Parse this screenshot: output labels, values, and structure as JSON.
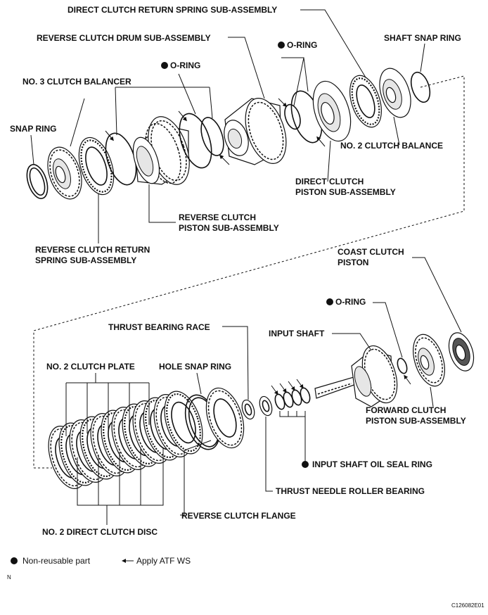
{
  "labels": {
    "direct_clutch_return_spring": "DIRECT CLUTCH RETURN SPRING SUB-ASSEMBLY",
    "reverse_clutch_drum": "REVERSE CLUTCH DRUM SUB-ASSEMBLY",
    "o_ring": "O-RING",
    "shaft_snap_ring": "SHAFT SNAP RING",
    "no3_clutch_balancer": "NO. 3 CLUTCH BALANCER",
    "snap_ring": "SNAP RING",
    "no2_clutch_balance": "NO. 2 CLUTCH BALANCE",
    "direct_clutch_piston_1": "DIRECT CLUTCH",
    "direct_clutch_piston_2": "PISTON SUB-ASSEMBLY",
    "reverse_clutch_piston_1": "REVERSE CLUTCH",
    "reverse_clutch_piston_2": "PISTON SUB-ASSEMBLY",
    "reverse_clutch_return_1": "REVERSE CLUTCH RETURN",
    "reverse_clutch_return_2": "SPRING SUB-ASSEMBLY",
    "coast_clutch_piston_1": "COAST CLUTCH",
    "coast_clutch_piston_2": "PISTON",
    "thrust_bearing_race": "THRUST BEARING RACE",
    "input_shaft": "INPUT SHAFT",
    "no2_clutch_plate": "NO. 2 CLUTCH PLATE",
    "hole_snap_ring": "HOLE SNAP RING",
    "forward_clutch_piston_1": "FORWARD CLUTCH",
    "forward_clutch_piston_2": "PISTON SUB-ASSEMBLY",
    "input_shaft_oil_seal_ring": "INPUT SHAFT OIL SEAL RING",
    "thrust_needle_roller_bearing": "THRUST NEEDLE ROLLER BEARING",
    "reverse_clutch_flange": "REVERSE CLUTCH FLANGE",
    "no2_direct_clutch_disc": "NO. 2 DIRECT CLUTCH DISC"
  },
  "legend": {
    "non_reusable": "Non-reusable part",
    "apply_atf": "Apply ATF WS"
  },
  "corner_letter": "N",
  "figure_code": "C126082E01"
}
